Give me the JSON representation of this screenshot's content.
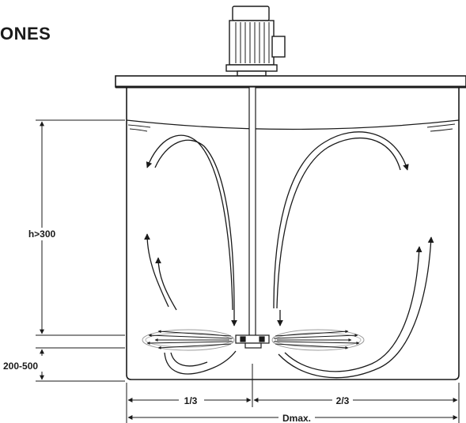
{
  "title": "ONES",
  "dimensions": {
    "height": "h>300",
    "clearance": "200-500",
    "left_fraction": "1/3",
    "right_fraction": "2/3",
    "diameter": "Dmax."
  },
  "colors": {
    "line": "#1a1a1a",
    "tank_fill": "#ffffff",
    "impeller_flow": "#9a9a9a"
  }
}
